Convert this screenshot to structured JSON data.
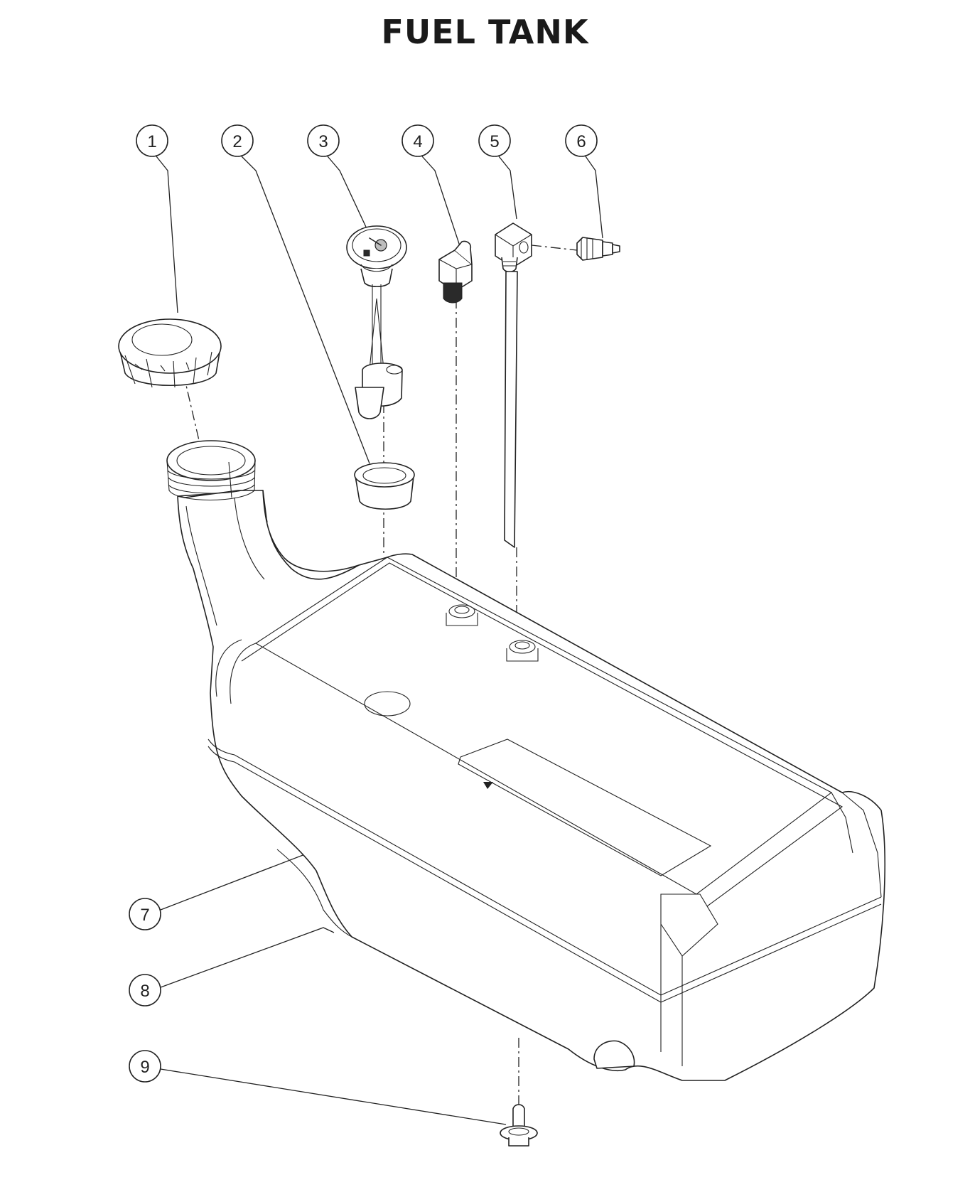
{
  "title": "FUEL TANK",
  "callouts": [
    {
      "id": "c1",
      "label": "1"
    },
    {
      "id": "c2",
      "label": "2"
    },
    {
      "id": "c3",
      "label": "3"
    },
    {
      "id": "c4",
      "label": "4"
    },
    {
      "id": "c5",
      "label": "5"
    },
    {
      "id": "c6",
      "label": "6"
    },
    {
      "id": "c7",
      "label": "7"
    },
    {
      "id": "c8",
      "label": "8"
    },
    {
      "id": "c9",
      "label": "9"
    }
  ]
}
